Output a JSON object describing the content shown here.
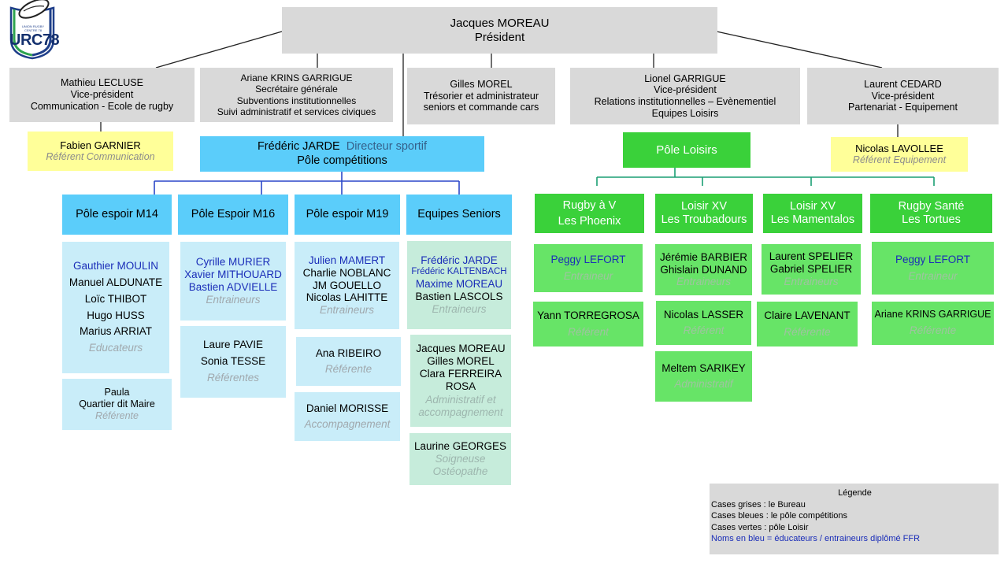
{
  "logo": {
    "text": "URC78",
    "subtext": "UNION RUGBY CENTRE 78"
  },
  "president": {
    "name": "Jacques MOREAU",
    "role": "Président"
  },
  "bureau": {
    "lecluse": {
      "name": "Mathieu LECLUSE",
      "role": "Vice-président",
      "detail": "Communication - Ecole de rugby"
    },
    "krins": {
      "name": "Ariane KRINS GARRIGUE",
      "role": "Secrétaire générale",
      "detail1": "Subventions institutionnelles",
      "detail2": "Suivi administratif et services civiques"
    },
    "morel": {
      "name": "Gilles MOREL",
      "role": "Trésorier et administrateur",
      "detail": "seniors et commande cars"
    },
    "garrigue": {
      "name": "Lionel GARRIGUE",
      "role": "Vice-président",
      "detail1": "Relations institutionnelles – Evènementiel",
      "detail2": "Equipes Loisirs"
    },
    "cedard": {
      "name": "Laurent CEDARD",
      "role": "Vice-président",
      "detail": "Partenariat - Equipement"
    }
  },
  "referents": {
    "garnier": {
      "name": "Fabien GARNIER",
      "role": "Référent Communication"
    },
    "lavollee": {
      "name": "Nicolas LAVOLLEE",
      "role": "Référent Equipement"
    }
  },
  "competitions": {
    "name": "Frédéric JARDE",
    "title": "Directeur sportif",
    "pole": "Pôle compétitions"
  },
  "loisirs_pole": "Pôle Loisirs",
  "comp_poles": {
    "m14": {
      "header": "Pôle espoir M14",
      "box1": {
        "names_blue": [
          "Gauthier MOULIN"
        ],
        "names": [
          "Manuel ALDUNATE",
          "Loïc THIBOT",
          "Hugo HUSS",
          "Marius ARRIAT"
        ],
        "role": "Educateurs"
      },
      "box2": {
        "name1": "Paula",
        "name2": "Quartier dit Maire",
        "role": "Référente"
      }
    },
    "m16": {
      "header": "Pôle Espoir M16",
      "box1": {
        "names_blue": [
          "Cyrille MURIER",
          "Xavier MITHOUARD",
          "Bastien ADVIELLE"
        ],
        "role": "Entraineurs"
      },
      "box2": {
        "names": [
          "Laure PAVIE",
          "Sonia TESSE"
        ],
        "role": "Référentes"
      }
    },
    "m19": {
      "header": "Pôle espoir M19",
      "box1": {
        "names_blue": [
          "Julien MAMERT"
        ],
        "names": [
          "Charlie NOBLANC",
          "JM GOUELLO",
          "Nicolas LAHITTE"
        ],
        "role": "Entraineurs"
      },
      "box2": {
        "name": "Ana RIBEIRO",
        "role": "Référente"
      },
      "box3": {
        "name": "Daniel MORISSE",
        "role": "Accompagnement"
      }
    },
    "seniors": {
      "header": "Equipes Seniors",
      "box1": {
        "names_blue": [
          "Frédéric JARDE",
          "Frédéric KALTENBACH",
          "Maxime MOREAU"
        ],
        "names": [
          "Bastien LASCOLS"
        ],
        "role": "Entraineurs"
      },
      "box2": {
        "names": [
          "Jacques MOREAU",
          "Gilles MOREL",
          "Clara FERREIRA",
          "ROSA"
        ],
        "role1": "Administratif et",
        "role2": "accompagnement"
      },
      "box3": {
        "name": "Laurine GEORGES",
        "role1": "Soigneuse",
        "role2": "Ostéopathe"
      }
    }
  },
  "loisirs": {
    "phoenix": {
      "header1": "Rugby à V",
      "header2": "Les Phoenix",
      "box1": {
        "name": "Peggy LEFORT",
        "role": "Entraineur"
      },
      "box2": {
        "name": "Yann TORREGROSA",
        "role": "Référent"
      }
    },
    "troubadours": {
      "header1": "Loisir XV",
      "header2": "Les Troubadours",
      "box1": {
        "names": [
          "Jérémie BARBIER",
          "Ghislain DUNAND"
        ],
        "role": "Entraineurs"
      },
      "box2": {
        "name": "Nicolas LASSER",
        "role": "Référent"
      },
      "box3": {
        "name": "Meltem SARIKEY",
        "role": "Administratif"
      }
    },
    "mamentalos": {
      "header1": "Loisir XV",
      "header2": "Les Mamentalos",
      "box1": {
        "names": [
          "Laurent SPELIER",
          "Gabriel SPELIER"
        ],
        "role": "Entraineurs"
      },
      "box2": {
        "name": "Claire LAVENANT",
        "role": "Référente"
      }
    },
    "tortues": {
      "header1": "Rugby Santé",
      "header2": "Les Tortues",
      "box1": {
        "name": "Peggy LEFORT",
        "role": "Entraineur"
      },
      "box2": {
        "name": "Ariane KRINS GARRIGUE",
        "role": "Référente"
      }
    }
  },
  "legend": {
    "title": "Légende",
    "grey": "Cases grises : le Bureau",
    "blue": "Cases bleues : le pôle compétitions",
    "green": "Cases vertes : pôle Loisir",
    "note": "Noms en bleu = éducateurs / entraineurs diplômé FFR"
  },
  "colors": {
    "bureau": "#d9d9d9",
    "referent": "#ffff99",
    "competition": "#5bcdfa",
    "competition_light": "#c9edf9",
    "seniors_light": "#c6ecdb",
    "loisir": "#3ad13a",
    "loisir_light": "#67e467",
    "name_blue": "#1a2db8"
  }
}
